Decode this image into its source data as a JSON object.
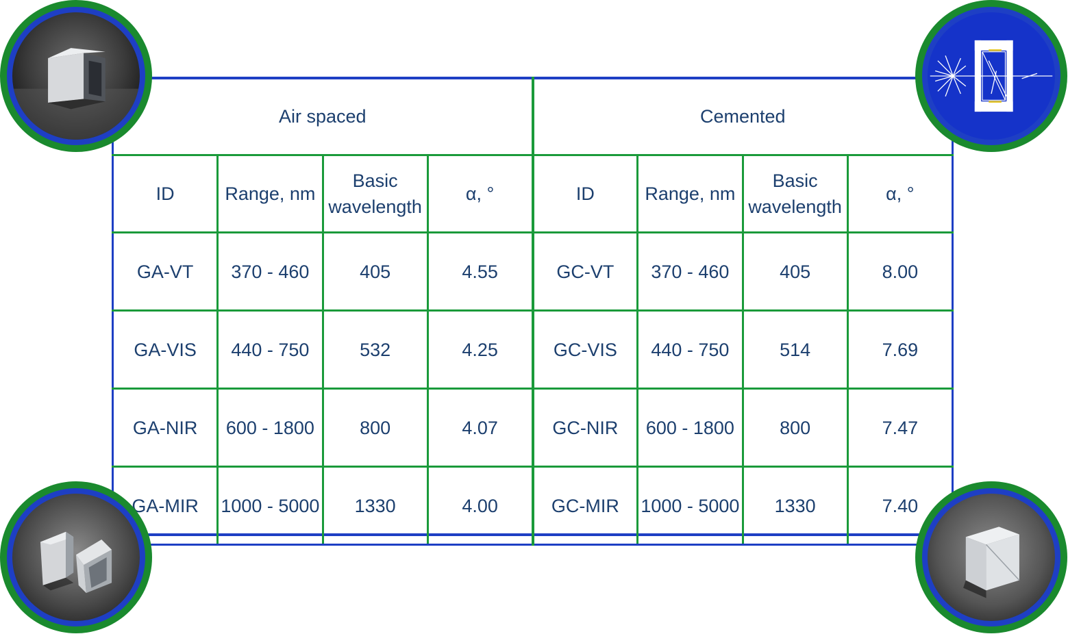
{
  "table": {
    "groups": [
      "Air spaced",
      "Cemented"
    ],
    "headers": [
      [
        "ID"
      ],
      [
        "Range, nm"
      ],
      [
        "Basic",
        "wavelength"
      ],
      [
        "α, °"
      ],
      [
        "ID"
      ],
      [
        "Range, nm"
      ],
      [
        "Basic",
        "wavelength"
      ],
      [
        "α, °"
      ]
    ],
    "rows": [
      [
        "GA-VT",
        "370 - 460",
        "405",
        "4.55",
        "GC-VT",
        "370 - 460",
        "405",
        "8.00"
      ],
      [
        "GA-VIS",
        "440 - 750",
        "532",
        "4.25",
        "GC-VIS",
        "440 - 750",
        "514",
        "7.69"
      ],
      [
        "GA-NIR",
        "600 - 1800",
        "800",
        "4.07",
        "GC-NIR",
        "600 - 1800",
        "800",
        "7.47"
      ],
      [
        "GA-MIR",
        "1000 - 5000",
        "1330",
        "4.00",
        "GC-MIR",
        "1000 - 5000",
        "1330",
        "7.40"
      ]
    ]
  },
  "colors": {
    "text": "#1c3f6e",
    "grid": "#1a9a3a",
    "frame": "#1e3fc4",
    "badge_outer": "#1a8a2e",
    "badge_inner": "#1e3fc4"
  },
  "badges": {
    "top_left": "prism-cube-photo-icon",
    "top_right": "polarizer-ray-diagram-icon",
    "bottom_left": "prism-pair-photo-icon",
    "bottom_right": "cemented-prism-photo-icon"
  }
}
